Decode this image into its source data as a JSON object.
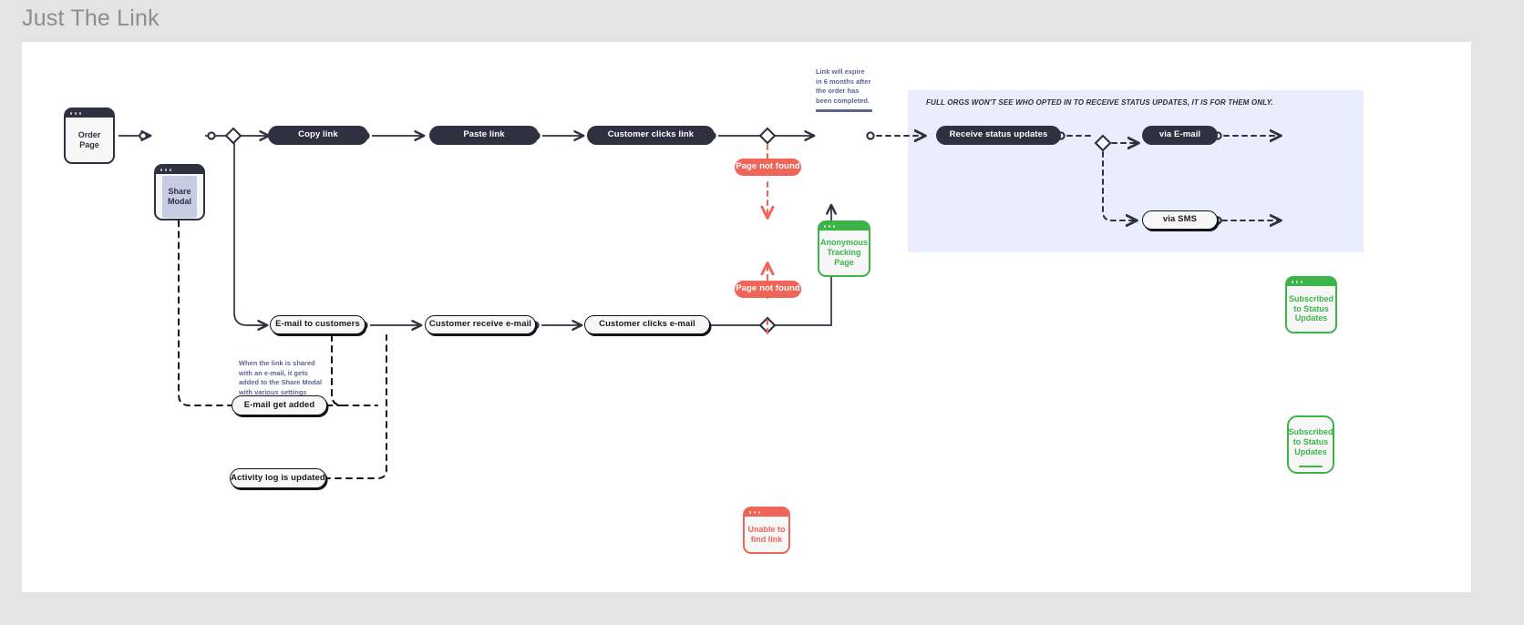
{
  "page": {
    "title": "Just The Link",
    "canvas_bg": "#ffffff",
    "app_bg": "#e4e4e4"
  },
  "colors": {
    "dark": "#2f3140",
    "green": "#3cb44a",
    "red": "#ef6558",
    "note_blue": "#5d6494",
    "panel_bg": "#eaeefc",
    "modal_inner": "#c6cce2"
  },
  "nodes": {
    "order_page": {
      "label": "Order Page",
      "type": "browser-window",
      "style": "dark"
    },
    "share_modal": {
      "label": "Share Modal",
      "type": "browser-window",
      "style": "dark-with-inner"
    },
    "copy_link": {
      "label": "Copy link",
      "type": "pill",
      "style": "dark"
    },
    "paste_link": {
      "label": "Paste link",
      "type": "pill",
      "style": "dark"
    },
    "customer_clicks_link": {
      "label": "Customer clicks link",
      "type": "pill",
      "style": "dark"
    },
    "anonymous_tracking_page": {
      "label": "Anonymous Tracking Page",
      "type": "browser-window",
      "style": "green"
    },
    "receive_status_updates": {
      "label": "Receive status updates",
      "type": "pill",
      "style": "dark"
    },
    "via_email": {
      "label": "via E-mail",
      "type": "pill",
      "style": "dark"
    },
    "via_sms": {
      "label": "via SMS",
      "type": "pill",
      "style": "light"
    },
    "subscribed_browser": {
      "label": "Subscribed to Status Updates",
      "type": "browser-window",
      "style": "green"
    },
    "subscribed_phone": {
      "label": "Subscribed to Status Updates",
      "type": "phone",
      "style": "green"
    },
    "email_to_customers": {
      "label": "E-mail to customers",
      "type": "pill",
      "style": "light"
    },
    "customer_receive_email": {
      "label": "Customer receive e-mail",
      "type": "pill",
      "style": "light"
    },
    "customer_clicks_email": {
      "label": "Customer clicks e-mail",
      "type": "pill",
      "style": "light"
    },
    "email_get_added": {
      "label": "E-mail get added",
      "type": "pill",
      "style": "light"
    },
    "activity_log_updated": {
      "label": "Activity log is updated",
      "type": "pill",
      "style": "light"
    },
    "unable_to_find_link": {
      "label": "Unable to find link",
      "type": "browser-window",
      "style": "red"
    },
    "page_not_found_top": {
      "label": "Page not found",
      "type": "pill",
      "style": "red"
    },
    "page_not_found_bottom": {
      "label": "Page not found",
      "type": "pill",
      "style": "red"
    }
  },
  "notes": {
    "link_expiry": "Link will expire in 6 months after the order has been completed.",
    "email_share": "When the link is shared with an e-mail, it gets added to the Share Modal with various settings"
  },
  "org_panel": {
    "note": "FULL ORGS WON'T SEE WHO OPTED IN TO RECEIVE STATUS UPDATES, IT IS FOR THEM ONLY."
  }
}
